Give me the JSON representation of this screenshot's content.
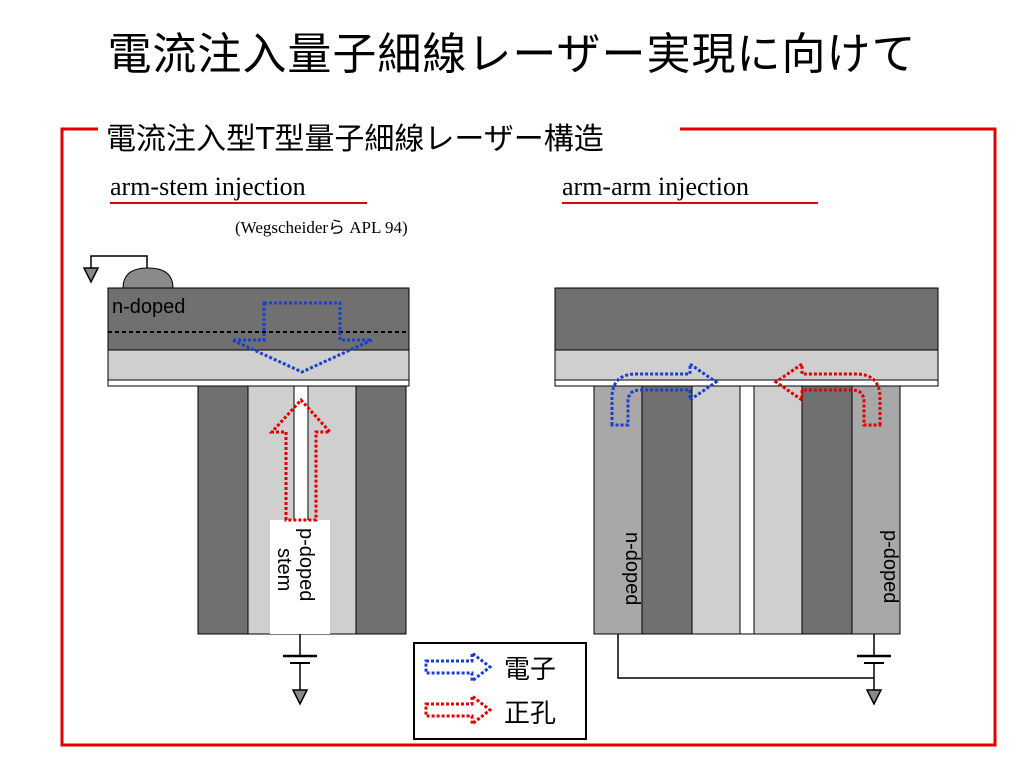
{
  "title": "電流注入量子細線レーザー実現に向けて",
  "frame_title": "電流注入型T型量子細線レーザー構造",
  "left": {
    "heading": "arm-stem injection",
    "citation": "(Wegscheiderら APL 94)",
    "top_label": "n-doped",
    "stem_label_line1": "p-doped",
    "stem_label_line2": "stem"
  },
  "right": {
    "heading": "arm-arm injection",
    "label_left": "n-doped",
    "label_right": "p-doped"
  },
  "legend": {
    "electron": "電子",
    "hole": "正孔"
  },
  "colors": {
    "frame": "#e00000",
    "electron": "#1a3fd0",
    "hole": "#e00000",
    "dark_gray": "#707070",
    "light_gray": "#cfcfcf",
    "mid_gray": "#a8a8a8"
  }
}
